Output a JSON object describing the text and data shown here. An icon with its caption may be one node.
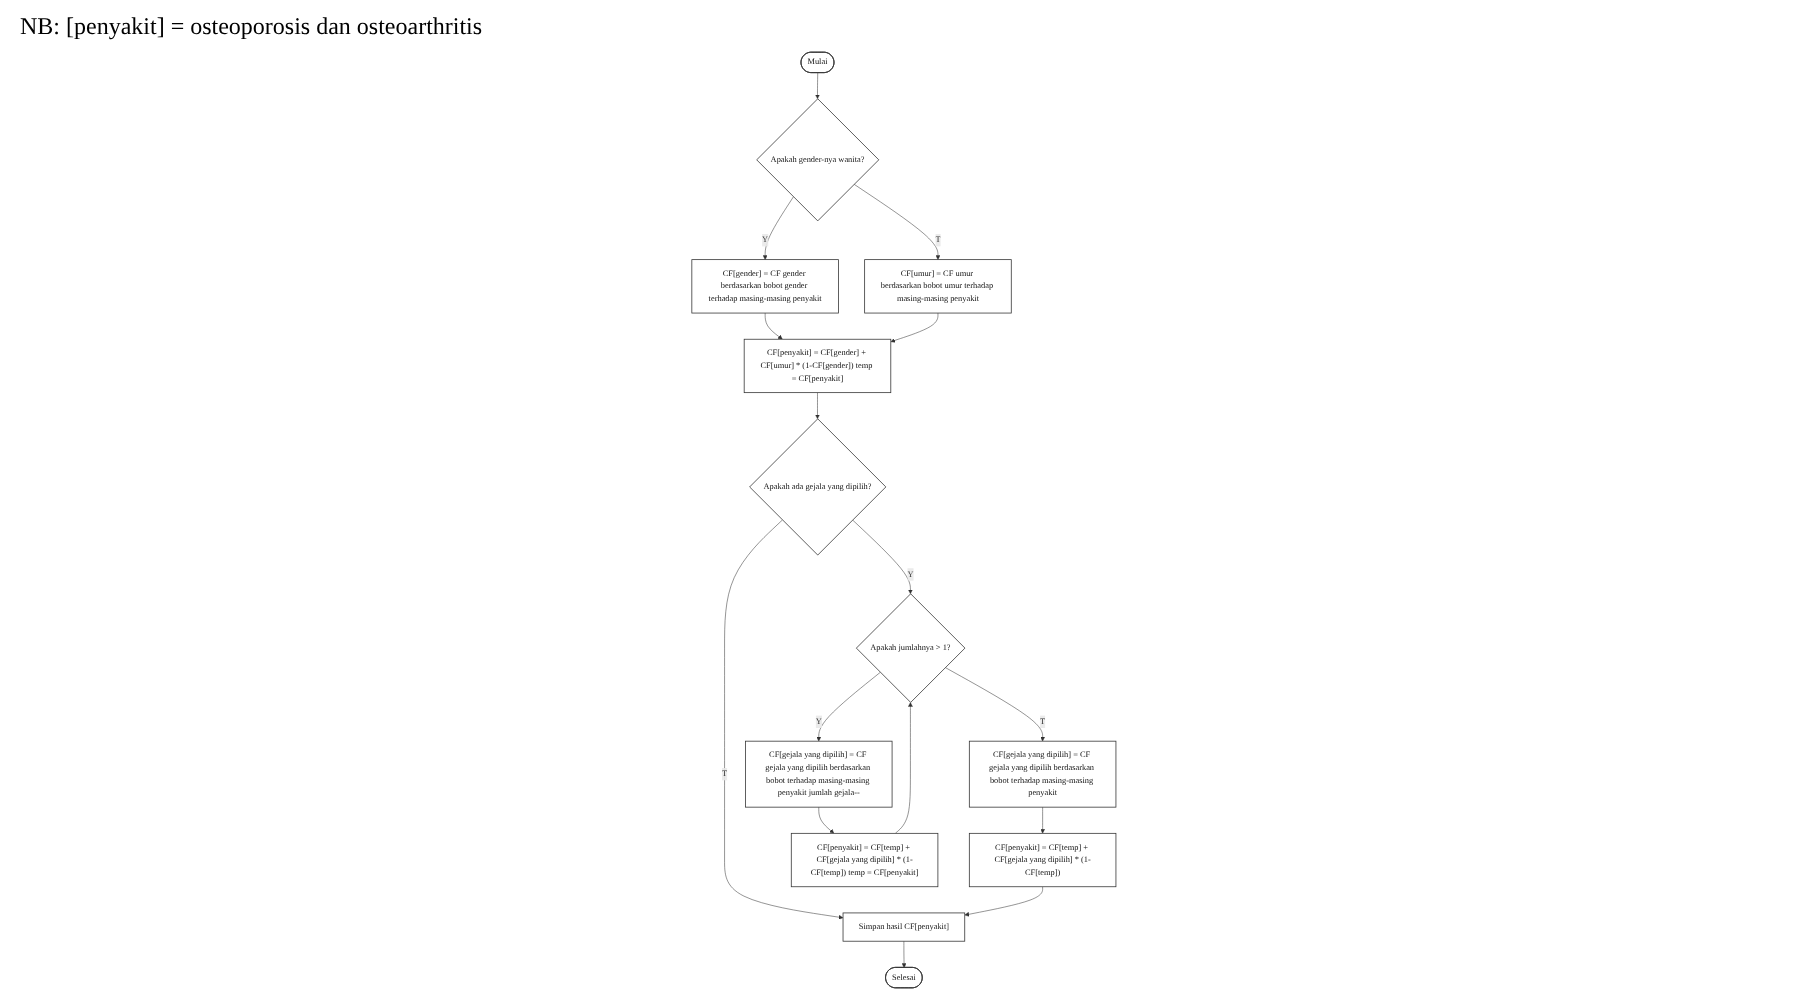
{
  "diagram": {
    "nodes": [
      {
        "text": [
          "Mulai"
        ]
      },
      {
        "text": [
          "Apakah gender-nya wanita?"
        ]
      },
      {
        "text": [
          "CF[gender] = CF gender berdasarkan bobot gender terhadap masing-masing penyakit"
        ]
      },
      {
        "text": [
          "Simpan hasil CF[penyakit]"
        ]
      },
      {
        "text": [
          "Selesai"
        ]
      },
      {
        "text": [
          "CF[umur] = CF umur berdasarkan bobot umur terhadap masing-masing penyakit"
        ]
      },
      {
        "text": [
          "CF[penyakit] = CF[gender] + CF[umur] * (1-CF[gender]) temp = CF[penyakit]"
        ]
      },
      {
        "text": [
          "CF[penyakit] = CF[temp] + CF[gejala yang dipilih] * (1-CF[temp])"
        ]
      },
      {
        "text": [
          "Apakah ada gejala yang dipilih?"
        ]
      },
      {
        "text": [
          "CF[gejala yang dipilih] = CF gejala yang dipilih berdasarkan bobot terhadap masing-masing penyakit jumlah gejala--"
        ]
      },
      {
        "text": [
          "CF[gejala yang dipilih] = CF gejala yang dipilih berdasarkan bobot terhadap masing-masing penyakit"
        ]
      },
      {
        "text": [
          "Apakah jumlahnya > 1?"
        ]
      },
      {
        "text": [
          "CF[penyakit] = CF[temp] + CF[gejala yang dipilih] * (1-CF[temp]) temp = CF[penyakit]"
        ]
      }
    ],
    "edges": [
      {
        "from": 0,
        "to": 1,
        "arrow": "to"
      },
      {
        "from": 1,
        "to": 2,
        "arrow": "to",
        "label": "Y"
      },
      {
        "from": 1,
        "to": 5,
        "arrow": "to",
        "label": "T"
      },
      {
        "from": 2,
        "to": 6,
        "arrow": "to"
      },
      {
        "from": 5,
        "to": 6,
        "arrow": "to"
      },
      {
        "from": 6,
        "to": 8,
        "arrow": "to"
      },
      {
        "from": 8,
        "to": 3,
        "arrow": "to",
        "label": "T"
      },
      {
        "from": 8,
        "to": 11,
        "arrow": "to",
        "label": "Y"
      },
      {
        "from": 11,
        "to": 9,
        "arrow": "to",
        "label": "Y"
      },
      {
        "from": 11,
        "to": 10,
        "arrow": "to",
        "label": "T"
      },
      {
        "from": 9,
        "to": 12,
        "arrow": "to"
      },
      {
        "from": 12,
        "to": 11,
        "arrow": "to"
      },
      {
        "from": 10,
        "to": 7,
        "arrow": "to"
      },
      {
        "from": 7,
        "to": 3,
        "arrow": "to"
      },
      {
        "from": 3,
        "to": 4,
        "arrow": "to"
      }
    ],
    "labels": [
      "NB: [penyakit] = osteoporosis dan osteoarthritis"
    ]
  }
}
